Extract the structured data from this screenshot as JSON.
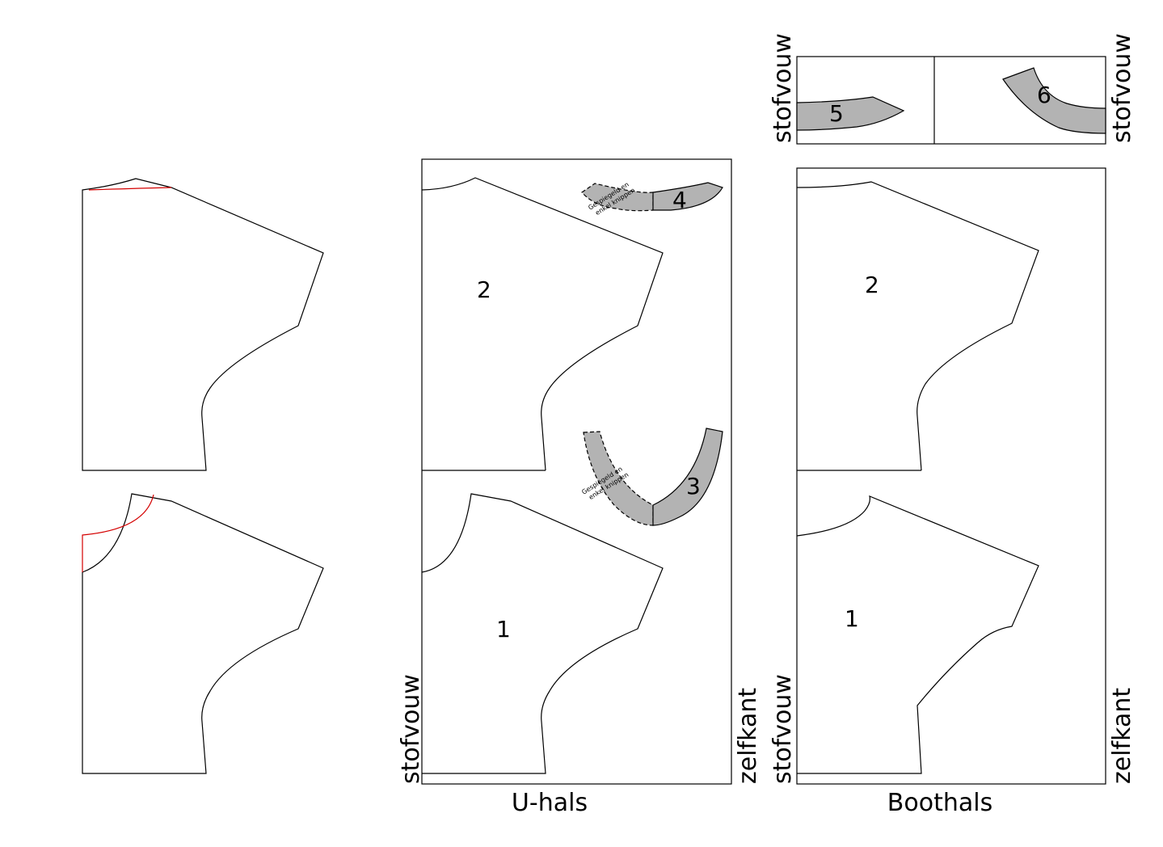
{
  "layouts": {
    "uhals": {
      "caption": "U-hals",
      "fold_label": "stofvouw",
      "selvage_label": "zelfkant",
      "piece_front": "1",
      "piece_back": "2",
      "facing_front": "3",
      "facing_back": "4",
      "mirror_note_line1": "Gespiegeld en",
      "mirror_note_line2": "enkel knippen"
    },
    "boothals": {
      "caption": "Boothals",
      "fold_label": "stofvouw",
      "selvage_label": "zelfkant",
      "piece_front": "1",
      "piece_back": "2"
    },
    "facings": {
      "fold_label_left": "stofvouw",
      "fold_label_right": "stofvouw",
      "facing_front": "5",
      "facing_back": "6"
    }
  },
  "colors": {
    "outline": "#000000",
    "facing_fill": "#b3b3b3",
    "modification_line": "#d40000"
  }
}
